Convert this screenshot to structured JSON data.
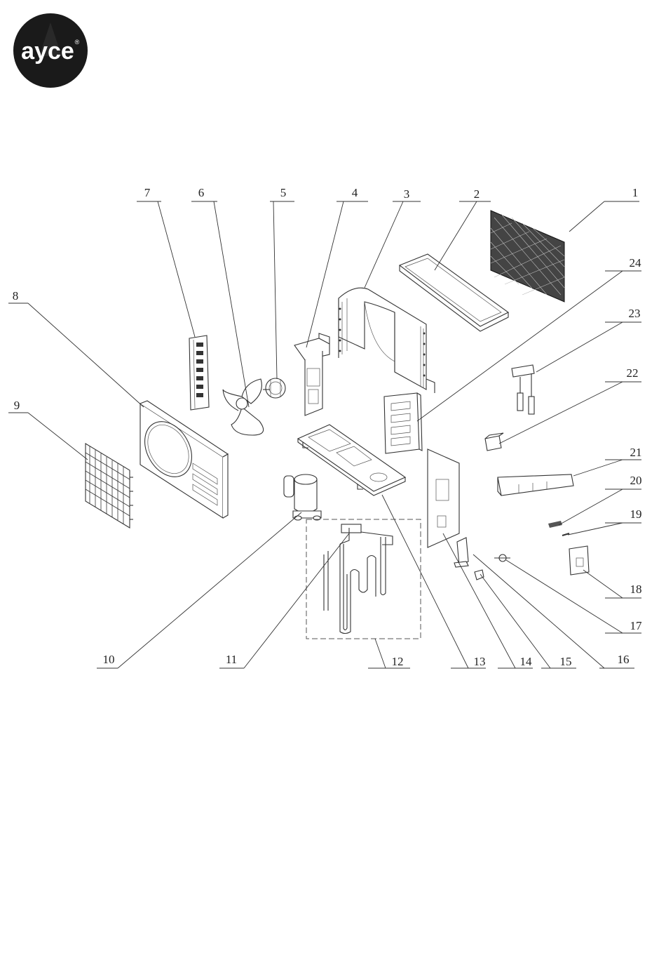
{
  "logo": {
    "text": "ayce",
    "mark": "®"
  },
  "colors": {
    "ink": "#333333",
    "logo_bg": "#1a1a1a",
    "logo_text": "#ffffff"
  },
  "parts": [
    {
      "n": "1"
    },
    {
      "n": "2"
    },
    {
      "n": "3"
    },
    {
      "n": "4"
    },
    {
      "n": "5"
    },
    {
      "n": "6"
    },
    {
      "n": "7"
    },
    {
      "n": "8"
    },
    {
      "n": "9"
    },
    {
      "n": "10"
    },
    {
      "n": "11"
    },
    {
      "n": "12"
    },
    {
      "n": "13"
    },
    {
      "n": "14"
    },
    {
      "n": "15"
    },
    {
      "n": "16"
    },
    {
      "n": "17"
    },
    {
      "n": "18"
    },
    {
      "n": "19"
    },
    {
      "n": "20"
    },
    {
      "n": "21"
    },
    {
      "n": "22"
    },
    {
      "n": "23"
    },
    {
      "n": "24"
    }
  ]
}
